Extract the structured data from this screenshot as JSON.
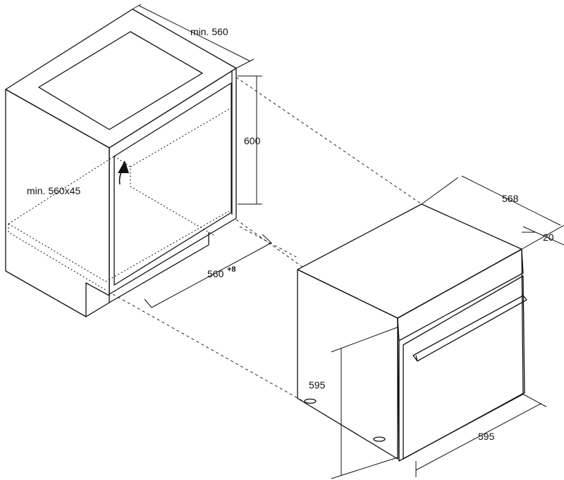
{
  "dimensions": {
    "cabinet_depth": "min. 560",
    "cabinet_height": "600",
    "ventilation": "min. 560x45",
    "niche_width": "560",
    "niche_width_tolerance": "+8",
    "oven_depth": "568",
    "oven_front_depth": "20",
    "oven_height": "595",
    "oven_width": "595"
  },
  "colors": {
    "line": "#111111",
    "background": "#ffffff"
  }
}
